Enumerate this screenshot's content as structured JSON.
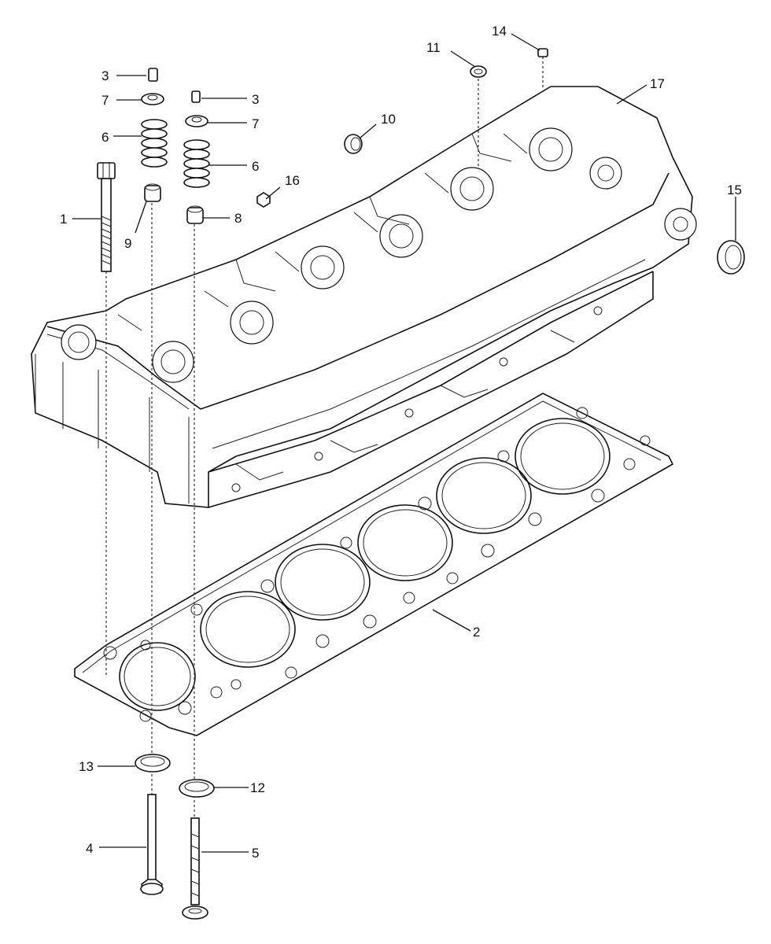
{
  "callouts": {
    "c1": "1",
    "c2": "2",
    "c3a": "3",
    "c3b": "3",
    "c4": "4",
    "c5": "5",
    "c6a": "6",
    "c6b": "6",
    "c7a": "7",
    "c7b": "7",
    "c8": "8",
    "c9": "9",
    "c10": "10",
    "c11": "11",
    "c12": "12",
    "c13": "13",
    "c14": "14",
    "c15": "15",
    "c16": "16",
    "c17": "17"
  }
}
